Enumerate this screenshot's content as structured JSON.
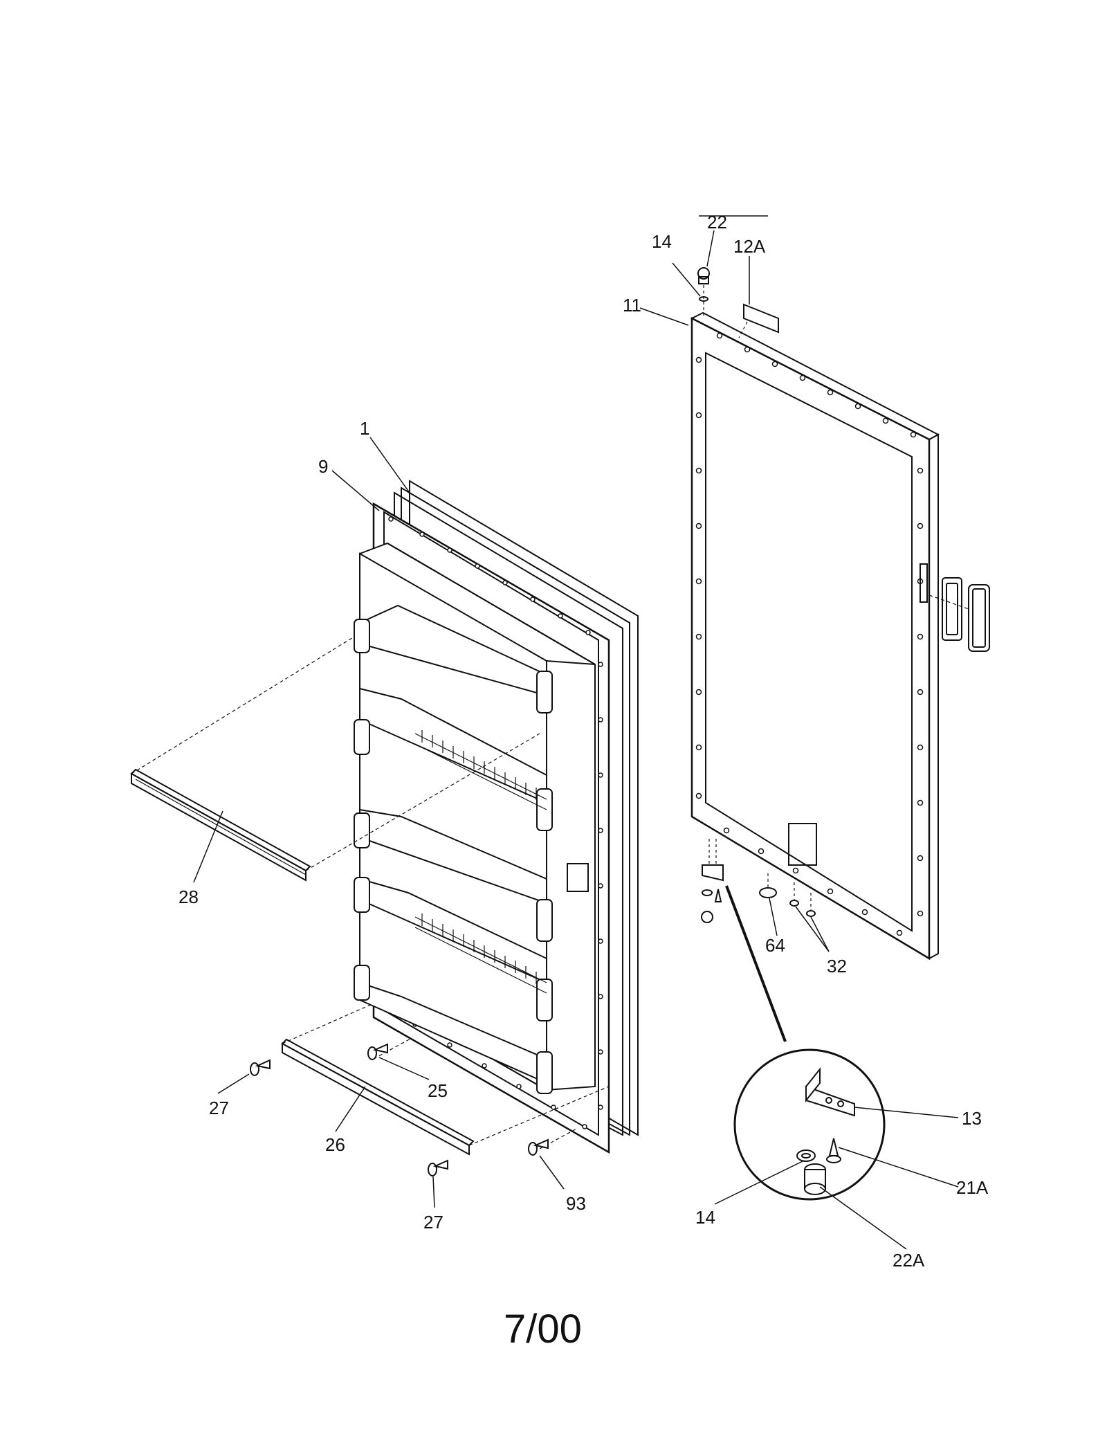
{
  "diagram": {
    "callouts": {
      "c22": "22",
      "c14top": "14",
      "c12A": "12A",
      "c11": "11",
      "c1": "1",
      "c9": "9",
      "c28": "28",
      "c64": "64",
      "c32": "32",
      "c13": "13",
      "c21A": "21A",
      "c14bot": "14",
      "c22A": "22A",
      "c27a": "27",
      "c25": "25",
      "c26": "26",
      "c27b": "27",
      "c93": "93"
    },
    "footer": "7/00"
  }
}
